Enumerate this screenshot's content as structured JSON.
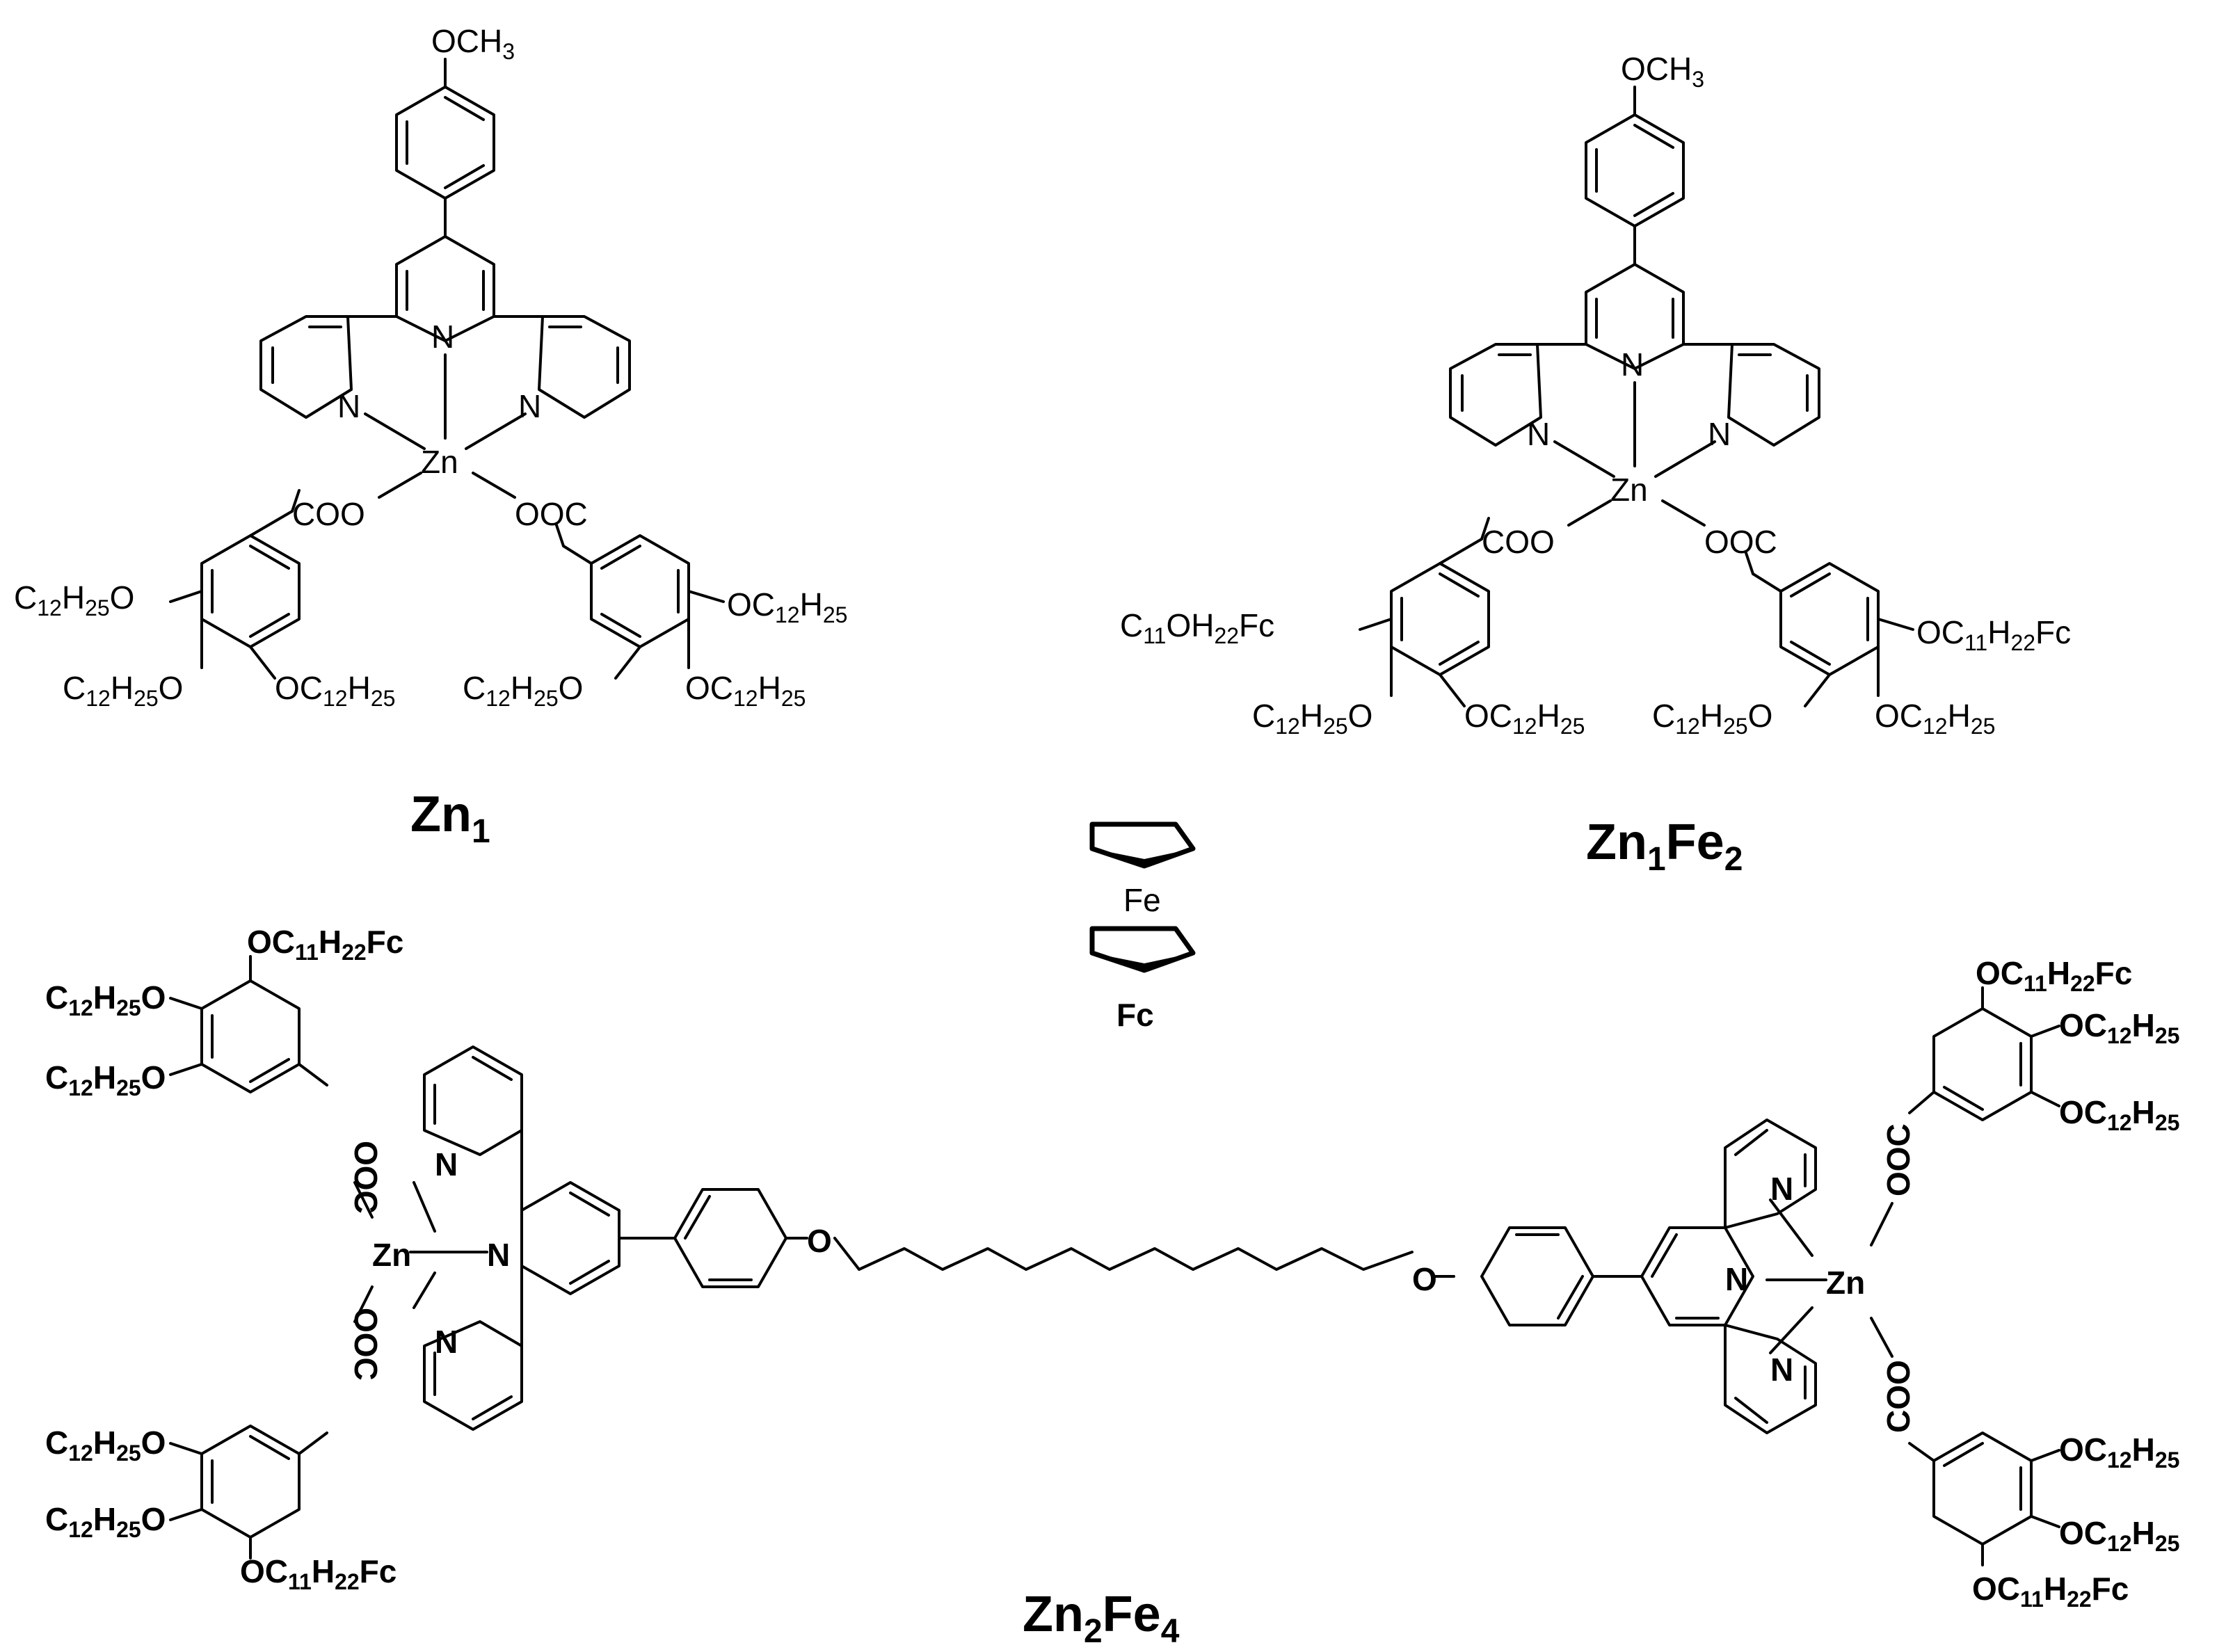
{
  "compounds": {
    "zn1": {
      "name": "Zn",
      "sub": "1"
    },
    "zn1fe2": {
      "name1": "Zn",
      "sub1": "1",
      "name2": "Fe",
      "sub2": "2"
    },
    "zn2fe4": {
      "name1": "Zn",
      "sub1": "2",
      "name2": "Fe",
      "sub2": "4"
    },
    "fc": {
      "label": "Fc",
      "metal": "Fe"
    }
  },
  "atoms": {
    "N": "N",
    "Zn": "Zn",
    "O": "O",
    "COO": "COO",
    "OOC": "OOC",
    "OCH3": "OCH",
    "three": "3"
  },
  "chains": {
    "c12_C": "C",
    "c12_12": "12",
    "c12_H": "H",
    "c12_25": "25",
    "oc": "OC",
    "o": "O",
    "c11": "11",
    "h": "H",
    "h22": "22",
    "fc": "Fc",
    "c11_oh": "OH",
    "c": "C"
  }
}
